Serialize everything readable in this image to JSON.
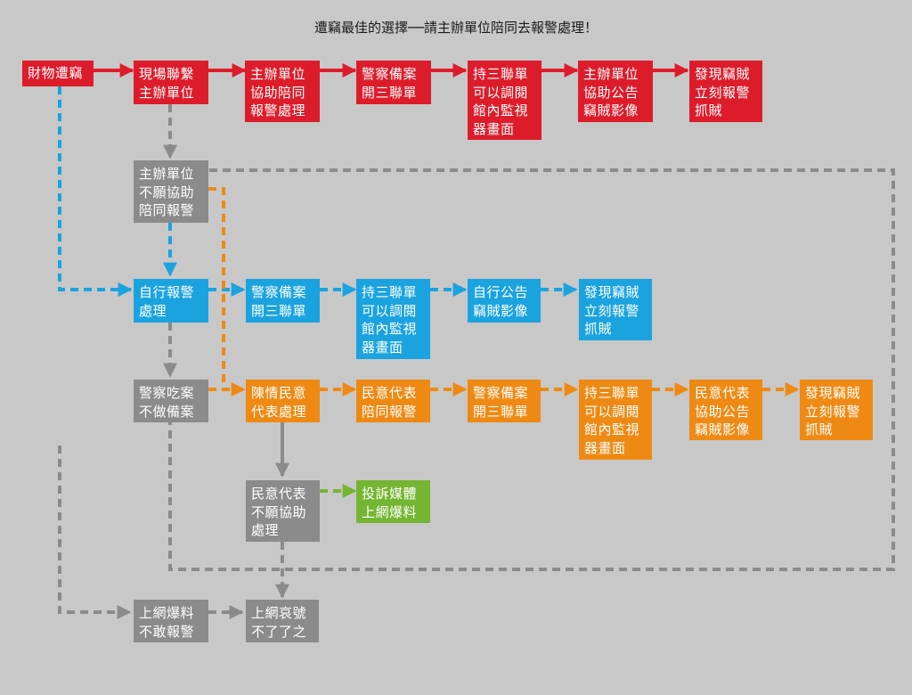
{
  "title": "遭竊最佳的選擇──請主辦單位陪同去報警處理！",
  "nodes": {
    "theft": "財物遭竊",
    "contact_organizer": "現場聯繫\n主辦單位",
    "organizer_assists": "主辦單位\n協助陪同\n報警處理",
    "police_report_red": "警察備案\n開三聯單",
    "view_cctv_red": "持三聯單\n可以調閱\n館內監視\n器畫面",
    "organizer_post": "主辦單位\n協助公告\n竊賊影像",
    "catch_red": "發現竊賊\n立刻報警\n抓賊",
    "organizer_refuses": "主辦單位\n不願協助\n陪同報警",
    "self_report": "自行報警\n處理",
    "police_report_blue": "警察備案\n開三聯單",
    "view_cctv_blue": "持三聯單\n可以調閱\n館內監視\n器畫面",
    "self_post": "自行公告\n竊賊影像",
    "catch_blue": "發現竊賊\n立刻報警\n抓賊",
    "police_ignore": "警察吃案\n不做備案",
    "petition_rep": "陳情民意\n代表處理",
    "rep_accompany": "民意代表\n陪同報警",
    "police_report_orange": "警察備案\n開三聯單",
    "view_cctv_orange": "持三聯單\n可以調閱\n館內監視\n器畫面",
    "rep_post": "民意代表\n協助公告\n竊賊影像",
    "catch_orange": "發現竊賊\n立刻報警\n抓賊",
    "rep_refuses": "民意代表\n不願協助\n處理",
    "media_complaint": "投訴媒體\n上網爆料",
    "online_no_report": "上網爆料\n不敢報警",
    "online_lament": "上網哀號\n不了了之"
  },
  "colors": {
    "red": "#dd1c2b",
    "gray": "#8b8b8b",
    "blue": "#1aa3df",
    "orange": "#ee8a14",
    "green": "#74b531",
    "background": "#c8c8c8"
  }
}
